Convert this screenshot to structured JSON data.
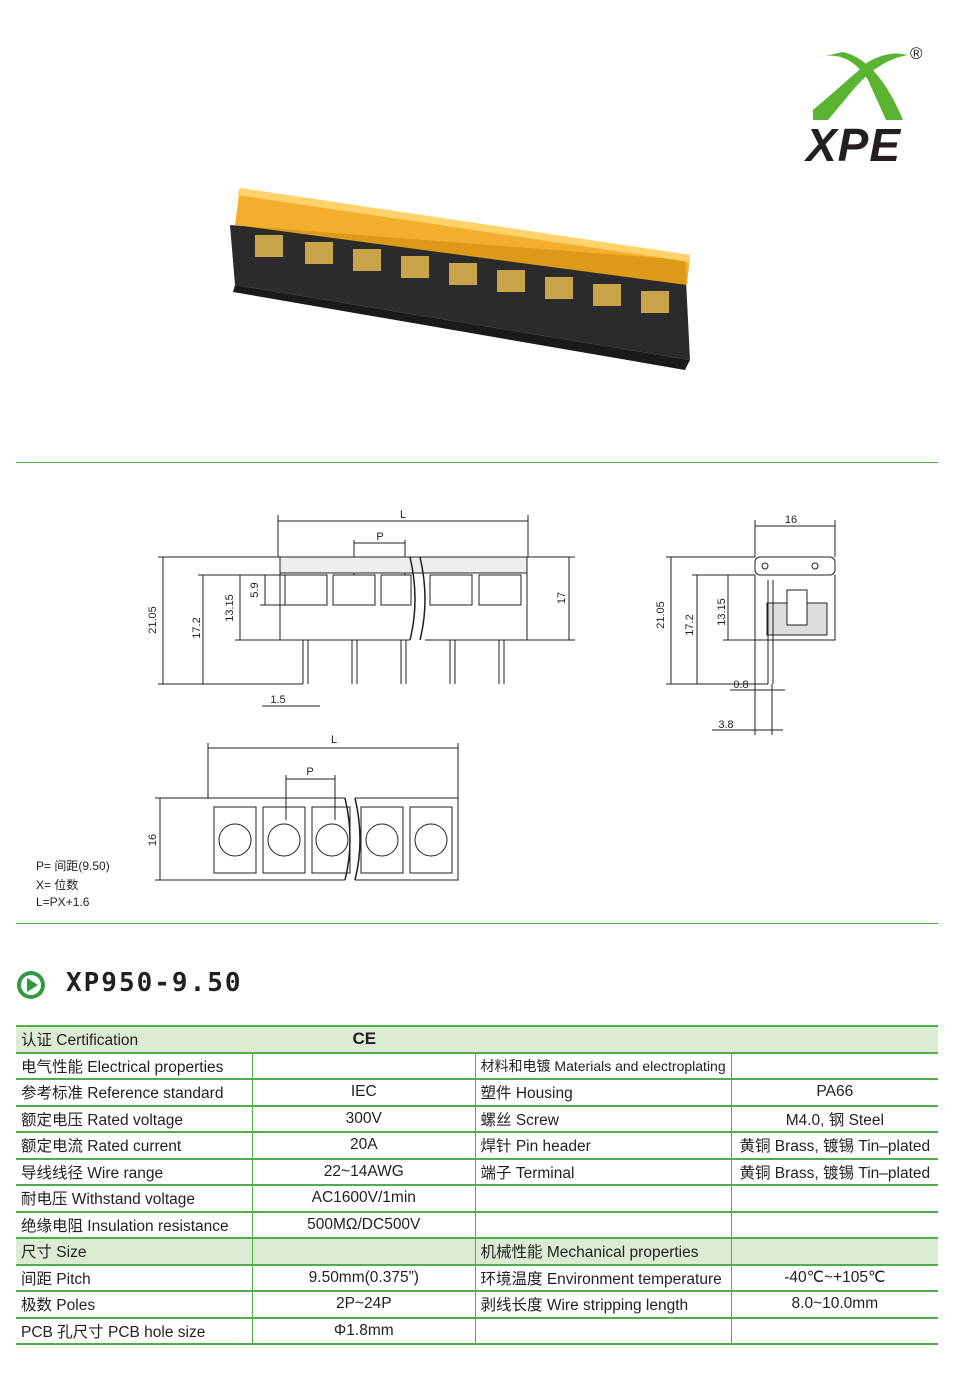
{
  "logo": {
    "text": "XPE",
    "registered": "®"
  },
  "drawing": {
    "front": {
      "L": "L",
      "P": "P",
      "h_total": "21.05",
      "h_pin": "17.2",
      "h_body": "13.15",
      "h_terminal": "5.9",
      "h_right": "17",
      "pin_width": "1.5"
    },
    "side": {
      "width": "16",
      "h_total": "21.05",
      "h_pin": "17.2",
      "h_body": "13.15",
      "pin_thickness": "0.8",
      "pin_offset": "3.8"
    },
    "bottom": {
      "L": "L",
      "P": "P",
      "depth": "16"
    },
    "notes": [
      "P= 间距(9.50)",
      "X= 位数",
      "L=PX+1.6"
    ]
  },
  "product": {
    "title": "XP950-9.50"
  },
  "specs": {
    "certification": {
      "label": "认证 Certification",
      "value": "CE"
    },
    "rows": [
      {
        "l1": "电气性能 Electrical properties",
        "v1": "",
        "l2": "材料和电镀 Materials and electroplating",
        "v2": "",
        "header": false
      },
      {
        "l1": "参考标准 Reference standard",
        "v1": "IEC",
        "l2": "塑件 Housing",
        "v2": "PA66"
      },
      {
        "l1": "额定电压 Rated voltage",
        "v1": "300V",
        "l2": "螺丝 Screw",
        "v2": "M4.0, 钢 Steel"
      },
      {
        "l1": "额定电流 Rated current",
        "v1": "20A",
        "l2": "焊针 Pin header",
        "v2": "黄铜 Brass, 镀锡 Tin–plated"
      },
      {
        "l1": "导线线径 Wire range",
        "v1": "22~14AWG",
        "l2": "端子 Terminal",
        "v2": "黄铜 Brass, 镀锡 Tin–plated"
      },
      {
        "l1": "耐电压 Withstand voltage",
        "v1": "AC1600V/1min",
        "l2": "",
        "v2": ""
      },
      {
        "l1": "绝缘电阻 Insulation resistance",
        "v1": "500MΩ/DC500V",
        "l2": "",
        "v2": ""
      },
      {
        "l1": "尺寸 Size",
        "v1": "",
        "l2": "机械性能 Mechanical properties",
        "v2": ""
      },
      {
        "l1": "间距 Pitch",
        "v1": "9.50mm(0.375”)",
        "l2": "环境温度 Environment temperature",
        "v2": "-40℃~+105℃"
      },
      {
        "l1": "极数 Poles",
        "v1": "2P~24P",
        "l2": "剥线长度 Wire stripping length",
        "v2": "8.0~10.0mm"
      },
      {
        "l1": "PCB 孔尺寸 PCB hole size",
        "v1": "Φ1.8mm",
        "l2": "",
        "v2": ""
      }
    ]
  },
  "colors": {
    "brand_green": "#4fae4a",
    "header_bg": "#dcecd3",
    "cover_orange": "#f0a818"
  }
}
